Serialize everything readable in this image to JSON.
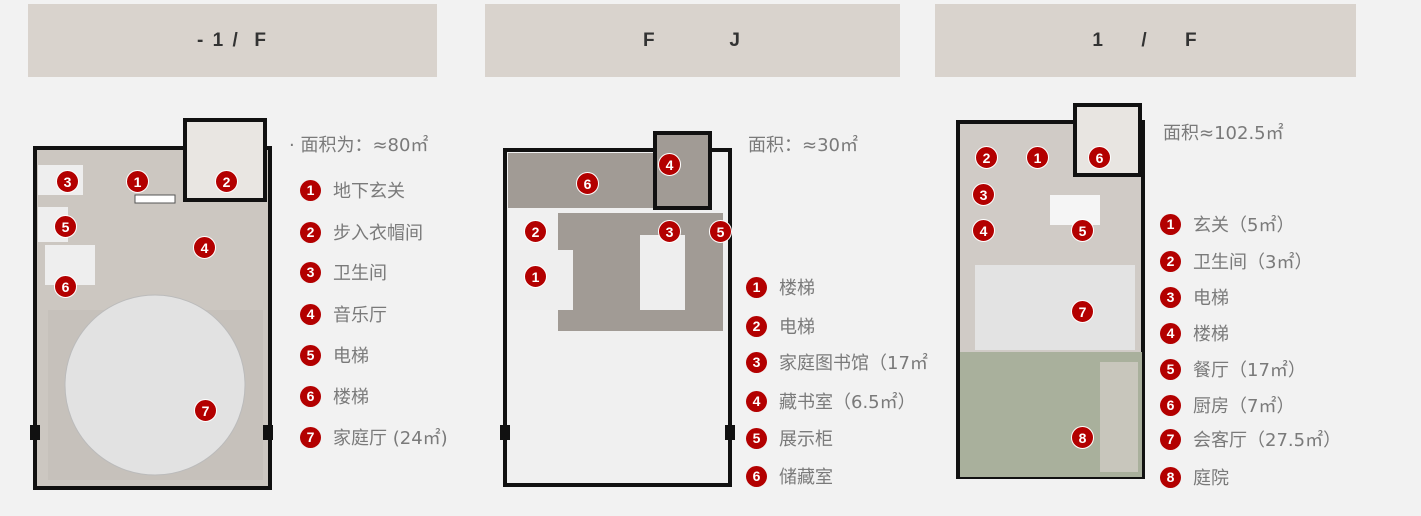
{
  "panels": [
    {
      "title": "- 1 /  F",
      "area": "· 面积为：≈80㎡",
      "legend": [
        "地下玄关",
        "步入衣帽间",
        "卫生间",
        "音乐厅",
        "电梯",
        "楼梯",
        "家庭厅 (24㎡)"
      ]
    },
    {
      "title": "F          J",
      "area": "面积：≈30㎡",
      "legend": [
        "楼梯",
        "电梯",
        "家庭图书馆（17㎡",
        "藏书室（6.5㎡）",
        "展示柜",
        "储藏室"
      ]
    },
    {
      "title": "1     /     F",
      "area": "面积≈102.5㎡",
      "legend": [
        "玄关（5㎡）",
        "卫生间（3㎡）",
        "电梯",
        "楼梯",
        "餐厅（17㎡）",
        "厨房（7㎡）",
        "会客厅（27.5㎡）",
        "庭院"
      ]
    }
  ],
  "numbers": [
    "1",
    "2",
    "3",
    "4",
    "5",
    "6",
    "7",
    "8"
  ],
  "colors": {
    "header": "#d9d3cd",
    "marker": "#b30000",
    "text": "#7a7a7a"
  }
}
